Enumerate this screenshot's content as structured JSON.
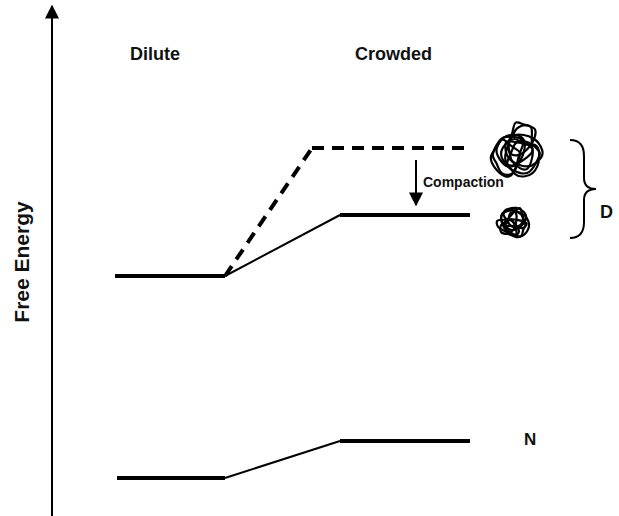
{
  "diagram": {
    "labels": [
      "Free Energy",
      "Dilute",
      "Crowded",
      "Compaction",
      "D",
      "N"
    ]
  }
}
